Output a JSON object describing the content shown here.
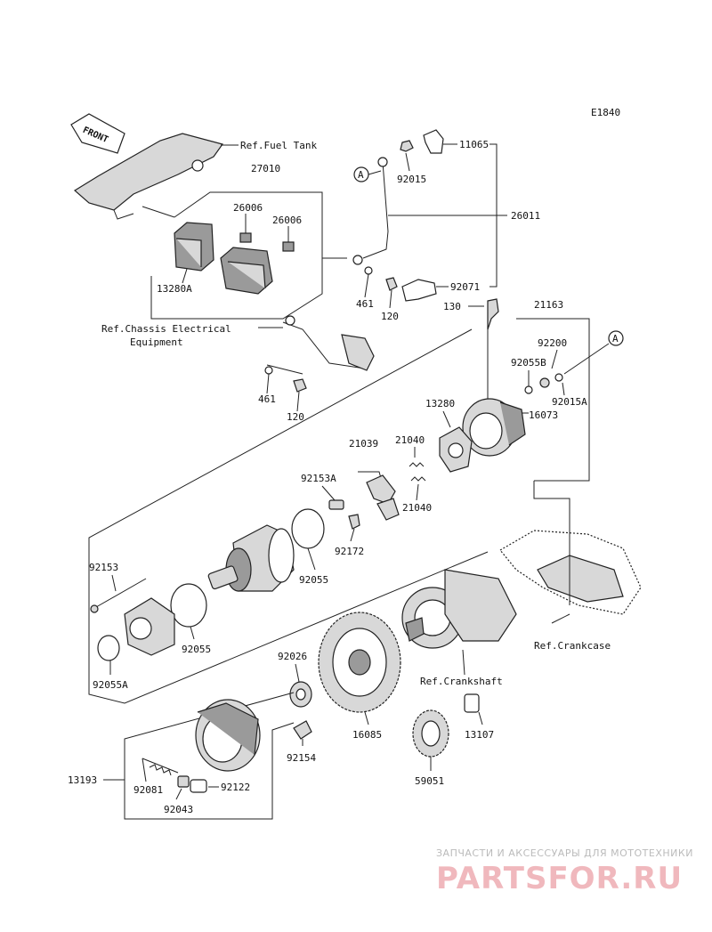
{
  "diagram_code": "E1840",
  "front_label": "FRONT",
  "callout_a": "A",
  "labels": {
    "ref_fuel_tank": "Ref.Fuel Tank",
    "p27010": "27010",
    "p11065": "11065",
    "p92015": "92015",
    "p26006a": "26006",
    "p26006b": "26006",
    "p26011": "26011",
    "p13280A": "13280A",
    "p461a": "461",
    "p120a": "120",
    "p92071": "92071",
    "ref_chassis_1": "Ref.Chassis Electrical",
    "ref_chassis_2": "Equipment",
    "p130": "130",
    "p21163": "21163",
    "p92200": "92200",
    "p92055B": "92055B",
    "p92015A": "92015A",
    "p16073": "16073",
    "p461b": "461",
    "p120b": "120",
    "p13280": "13280",
    "p21039": "21039",
    "p21040a": "21040",
    "p21040b": "21040",
    "p92153A": "92153A",
    "p92172": "92172",
    "p92055a": "92055",
    "p92153": "92153",
    "p92055b": "92055",
    "p92055A": "92055A",
    "ref_crankcase": "Ref.Crankcase",
    "ref_crankshaft": "Ref.Crankshaft",
    "p92026": "92026",
    "p16085": "16085",
    "p13107": "13107",
    "p92154": "92154",
    "p13193": "13193",
    "p92081": "92081",
    "p92122": "92122",
    "p92043": "92043",
    "p59051": "59051"
  },
  "watermark": {
    "line1": "ЗАПЧАСТИ И АКСЕССУАРЫ ДЛЯ МОТОТЕХНИКИ",
    "line2": "PARTSFOR.RU"
  }
}
